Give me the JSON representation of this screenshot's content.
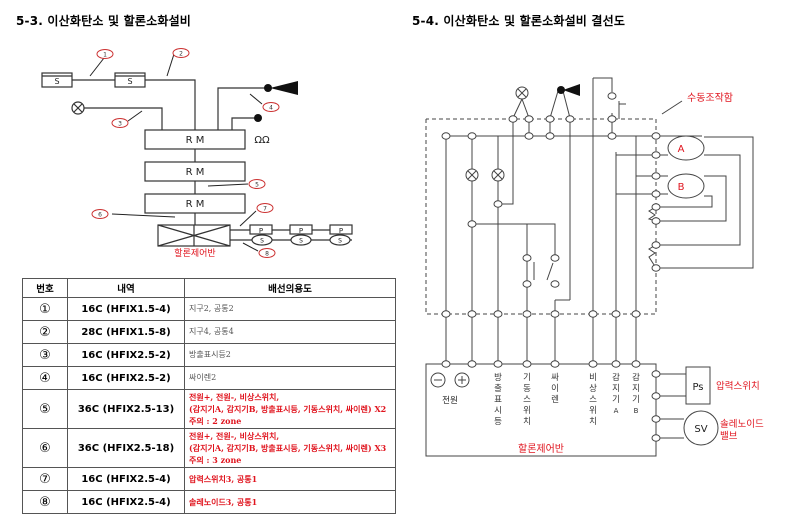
{
  "titles": {
    "left": "5-3. 이산화탄소 및 할론소화설비",
    "right": "5-4. 이산화탄소 및 할론소화설비 결선도"
  },
  "colors": {
    "accent_red": "#e0141e",
    "line": "#333333"
  },
  "left_diagram": {
    "callouts": [
      "①",
      "②",
      "③",
      "④",
      "⑤",
      "⑥",
      "⑦",
      "⑧"
    ],
    "callout_numbers": [
      "1",
      "2",
      "3",
      "4",
      "5",
      "6",
      "7",
      "8"
    ],
    "detector_label": "S",
    "rm_label": "R M",
    "omega_label": "ΩΩ",
    "pressure_switch_label": "P",
    "solenoid_label": "S",
    "panel_label": "할론제어반"
  },
  "table": {
    "headers": [
      "번호",
      "내역",
      "배선의용도"
    ],
    "rows": [
      {
        "num": "①",
        "spec": "16C (HFIX1.5-4)",
        "lines": [
          "지구2, 공통2"
        ],
        "style": "black"
      },
      {
        "num": "②",
        "spec": "28C (HFIX1.5-8)",
        "lines": [
          "지구4, 공통4"
        ],
        "style": "black"
      },
      {
        "num": "③",
        "spec": "16C (HFIX2.5-2)",
        "lines": [
          "방출표시등2"
        ],
        "style": "black"
      },
      {
        "num": "④",
        "spec": "16C (HFIX2.5-2)",
        "lines": [
          "싸이렌2"
        ],
        "style": "black"
      },
      {
        "num": "⑤",
        "spec": "36C (HFIX2.5-13)",
        "lines": [
          "전원+, 전원-, 비상스위치,",
          "(감지기A, 감지기B, 방출표시등, 기동스위치, 싸이렌) X2",
          "주의 : 2 zone"
        ],
        "style": "red"
      },
      {
        "num": "⑥",
        "spec": "36C (HFIX2.5-18)",
        "lines": [
          "전원+, 전원-, 비상스위치,",
          "(감지기A, 감지기B, 방출표시등, 기동스위치, 싸이렌) X3",
          "주의 : 3 zone"
        ],
        "style": "red"
      },
      {
        "num": "⑦",
        "spec": "16C (HFIX2.5-4)",
        "lines": [
          "압력스위치3, 공통1"
        ],
        "style": "red"
      },
      {
        "num": "⑧",
        "spec": "16C (HFIX2.5-4)",
        "lines": [
          "솔레노이드3, 공통1"
        ],
        "style": "red"
      }
    ]
  },
  "right_diagram": {
    "manual_box_label": "수동조작함",
    "detector_a": "A",
    "detector_b": "B",
    "terminal_labels": {
      "power": "전원",
      "minus": "−",
      "plus": "+",
      "discharge_lamp": "방출표시등",
      "start_switch": "기동스위치",
      "siren": "싸이렌",
      "emergency_switch": "비상스위치",
      "detector_a": "감지기A",
      "detector_b": "감지기B"
    },
    "panel_label": "할론제어반",
    "ps_label": "Ps",
    "ps_name": "압력스위치",
    "sv_label": "SV",
    "sv_name_line1": "솔레노이드",
    "sv_name_line2": "밸브"
  }
}
